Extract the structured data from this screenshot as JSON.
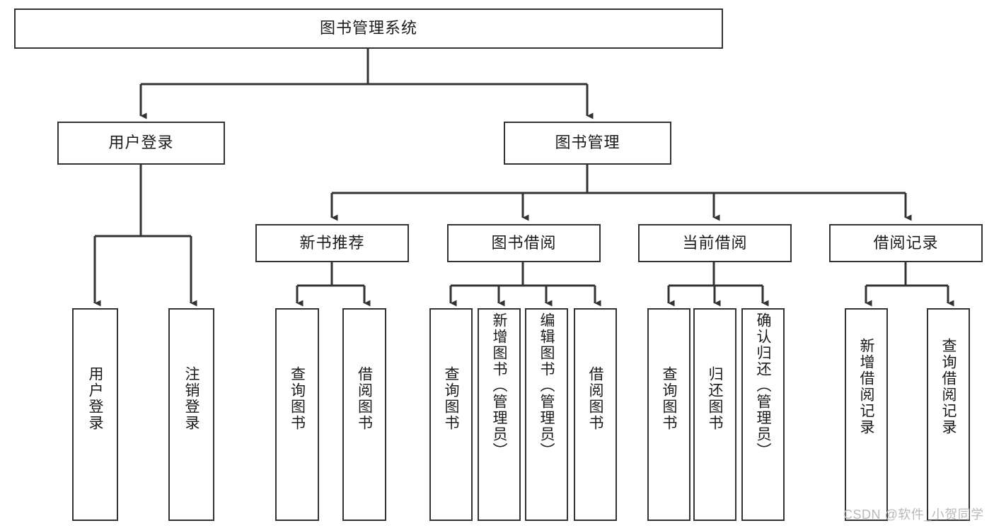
{
  "diagram": {
    "title": "图书管理系统",
    "type": "tree-structure-chart",
    "background_color": "#ffffff",
    "border_color": "#333333",
    "text_color": "#1b1b1b",
    "watermark": "CSDN @软件_小贺同学",
    "levels": {
      "root": {
        "label": "图书管理系统"
      },
      "level1": [
        {
          "label": "用户登录"
        },
        {
          "label": "图书管理"
        }
      ],
      "level2": [
        {
          "label": "新书推荐"
        },
        {
          "label": "图书借阅"
        },
        {
          "label": "当前借阅"
        },
        {
          "label": "借阅记录"
        }
      ],
      "leaves": {
        "user_login": [
          {
            "label": "用户登录"
          },
          {
            "label": "注销登录"
          }
        ],
        "new_book_recommend": [
          {
            "label": "查询图书"
          },
          {
            "label": "借阅图书"
          }
        ],
        "book_borrow": [
          {
            "label": "查询图书"
          },
          {
            "label": "新增图书（管理员）"
          },
          {
            "label": "编辑图书（管理员）"
          },
          {
            "label": "借阅图书"
          }
        ],
        "current_borrow": [
          {
            "label": "查询图书"
          },
          {
            "label": "归还图书"
          },
          {
            "label": "确认归还（管理员）"
          }
        ],
        "borrow_record": [
          {
            "label": "新增借阅记录"
          },
          {
            "label": "查询借阅记录"
          }
        ]
      }
    }
  }
}
